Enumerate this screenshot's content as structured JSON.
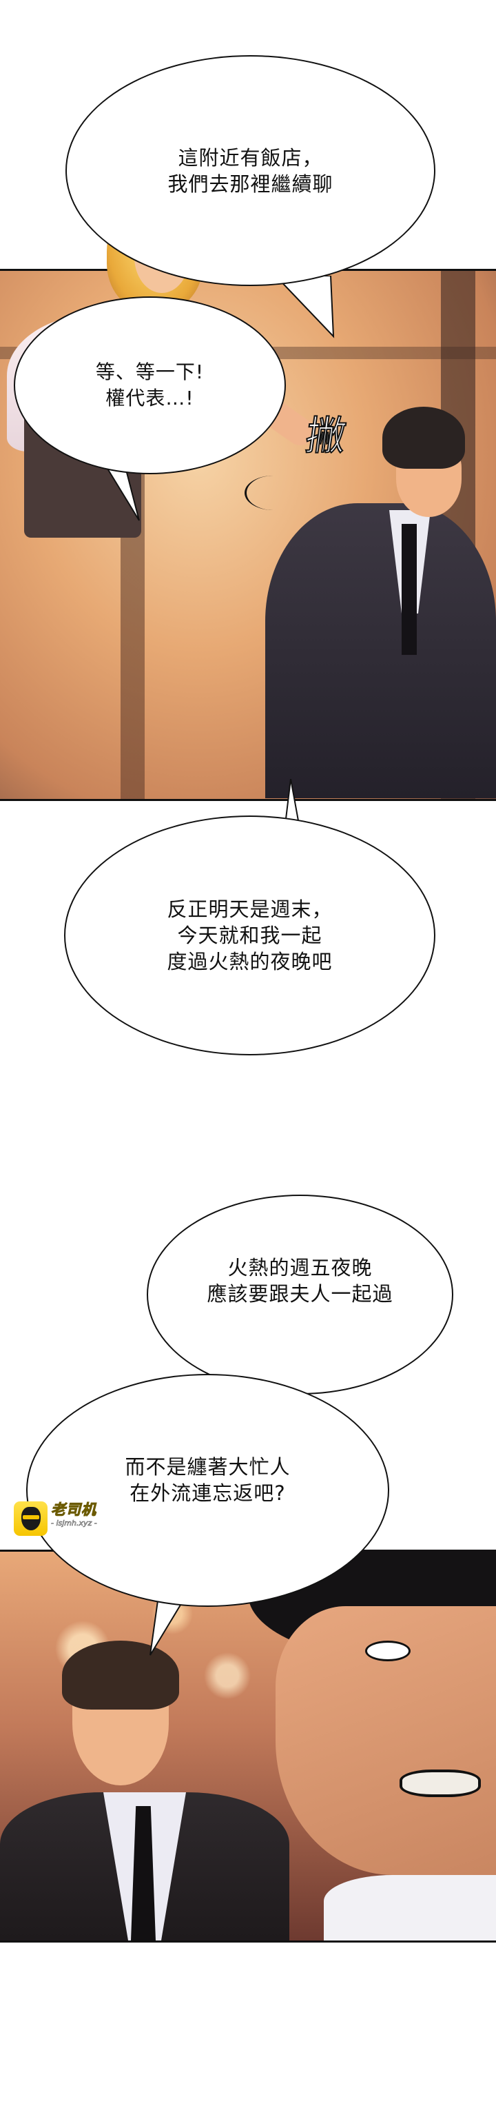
{
  "page": {
    "type": "webtoon-strip",
    "background": "#ffffff",
    "panel_border_color": "#111111"
  },
  "bubbles": [
    {
      "id": "b1",
      "speaker": "woman",
      "lines": "這附近有飯店，\n我們去那裡繼續聊"
    },
    {
      "id": "b2",
      "speaker": "man-in-suit",
      "lines": "等、等一下!\n權代表…!"
    },
    {
      "id": "b3",
      "speaker": "woman",
      "lines": "反正明天是週末，\n今天就和我一起\n度過火熱的夜晚吧"
    },
    {
      "id": "b4",
      "speaker": "young-man",
      "lines": "火熱的週五夜晚\n應該要跟夫人一起過"
    },
    {
      "id": "b5",
      "speaker": "young-man",
      "lines": "而不是纏著大忙人\n在外流連忘返吧?"
    }
  ],
  "sfx": [
    {
      "id": "pull",
      "text": "撇"
    }
  ],
  "panels": [
    {
      "id": "panel1",
      "scene": "blonde woman in white blouse grabbing the wrist of a man in dark suit, warm indoor lighting"
    },
    {
      "id": "panel2",
      "scene": "young man in black suit and tie looking up; close-up of dark-haired man gritting teeth, restaurant background"
    }
  ],
  "watermark": {
    "title": "老司机",
    "url": "- lsjmh.xyz -",
    "logo_color": "#f6c500"
  }
}
